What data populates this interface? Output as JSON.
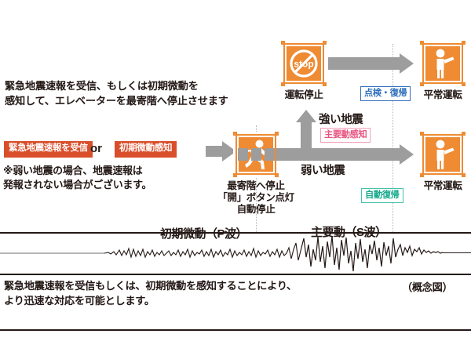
{
  "headline": "緊急地震速報を受信、もしくは初期微動を\n感知して、エレベーターを最寄階へ停止させます",
  "triggers": {
    "badge_a": "緊急地震速報を受信",
    "or": "or",
    "badge_b": "初期微動感知",
    "note": "※弱い地震の場合、地震速報は\n発報されない場合がございます。"
  },
  "nodes": {
    "stop": {
      "icon": "elevator-stop-icon",
      "caption": "運転停止"
    },
    "evacuate": {
      "icon": "elevator-running-person-icon",
      "caption": "最寄階へ停止\n「開」ボタン点灯\n自動停止"
    },
    "normal_top": {
      "icon": "elevator-person-normal-icon",
      "caption": "平常運転"
    },
    "normal_bottom": {
      "icon": "elevator-person-normal-icon",
      "caption": "平常運転"
    }
  },
  "branches": {
    "strong_quake": "強い地震",
    "weak_quake": "弱い地震"
  },
  "badges": {
    "shuyoudou_kanchi": "主要動感知",
    "tenken_fukki": "点検・復帰",
    "jidou_fukki": "自動復帰"
  },
  "seismograph": {
    "p_wave_label": "初期微動（P波）",
    "s_wave_label": "主要動（S波）"
  },
  "footer": {
    "text": "緊急地震速報を受信もしくは、初期微動を感知することにより、\nより迅速な対応を可能とします。",
    "note": "（概念図）"
  },
  "colors": {
    "orange": "#ee8b33",
    "red": "#d94e2b",
    "grey_arrow": "#9d9d9d",
    "pink": "#e8537f",
    "blue": "#2f6fba",
    "teal": "#15a98c",
    "text": "#231815"
  }
}
